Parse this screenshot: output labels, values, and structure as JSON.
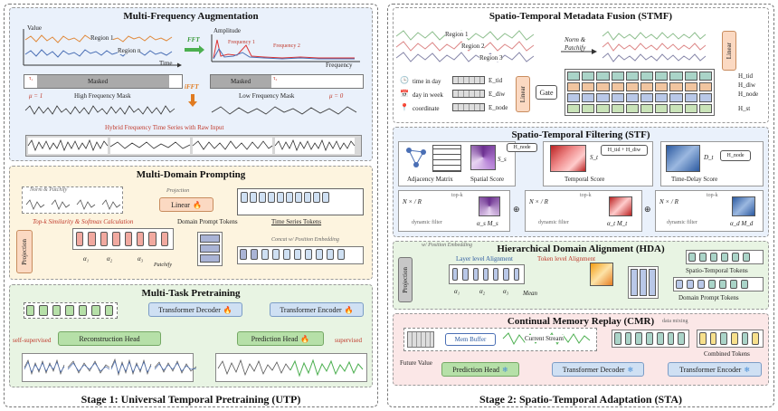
{
  "stage1": {
    "label": "Stage 1: Universal Temporal Pretraining (UTP)",
    "mfa": {
      "title": "Multi-Frequency Augmentation",
      "value": "Value",
      "region1": "Region 1",
      "regionn": "Region n",
      "time": "Time",
      "fft": "FFT",
      "amplitude": "Amplitude",
      "freq1": "Frequency 1",
      "freq2": "Frequency 2",
      "frequency": "Frequency",
      "masked": "Masked",
      "ifft": "iFFT",
      "tau1": "τ₁",
      "tau2": "τ₂",
      "mu1": "μ = 1",
      "mu0": "μ = 0",
      "high_mask": "High Frequency Mask",
      "low_mask": "Low Frequency Mask",
      "hybrid": "Hybrid Frequency Time Series with Raw Input"
    },
    "mdp": {
      "title": "Multi-Domain Prompting",
      "norm_patchify": "Norm & Patchify",
      "projection_top": "Projection",
      "linear": "Linear",
      "topk": "Top-k Similarity & Softmax Calculation",
      "domain_prompt_tokens": "Domain Prompt Tokens",
      "time_series_tokens": "Time Series Tokens",
      "concat": "Concat w/ Position Embedding",
      "projection_side": "Projection",
      "alpha1": "α₁",
      "alpha2": "α₂",
      "alpha3": "α₃",
      "patchify": "Patchify"
    },
    "mtp": {
      "title": "Multi-Task Pretraining",
      "decoder": "Transformer Decoder",
      "encoder": "Transformer Encoder",
      "self_supervised": "self-supervised",
      "supervised": "supervised",
      "recon_head": "Reconstruction Head",
      "pred_head": "Prediction Head"
    }
  },
  "stage2": {
    "label": "Stage 2: Spatio-Temporal Adaptation (STA)",
    "stmf": {
      "title": "Spatio-Temporal Metadata Fusion (STMF)",
      "region1": "Region 1",
      "region2": "Region 2",
      "region3": "Region 3",
      "norm_patchify": "Norm & Patchify",
      "time_in_day": "time in day",
      "day_in_week": "day in week",
      "coordinate": "coordinate",
      "e_tid": "E_tid",
      "e_diw": "E_diw",
      "e_node": "E_node",
      "linear": "Linear",
      "gate": "Gate",
      "linear_right": "Linear",
      "h_tid": "H_tid",
      "h_diw": "H_diw",
      "h_node": "H_node",
      "h_st": "H_st"
    },
    "stf": {
      "title": "Spatio-Temporal Filtering (STF)",
      "adjacency": "Adjacency Matrix",
      "spatial_score": "Spatial Score",
      "temporal_score": "Temporal Score",
      "time_delay_score": "Time-Delay Score",
      "s_s": "S_s",
      "s_t": "S_t",
      "d_t": "D_t",
      "h_node_box": "H_node",
      "h_tid_diw": "H_tid + H_diw",
      "h_node_box2": "H_node",
      "dynamic_filter": "dynamic filter",
      "topk": "top-k",
      "as_ms": "α_s M_s",
      "at_mt": "α_t M_t",
      "ad_md": "α_d M_d",
      "frac": "N × / R"
    },
    "hda": {
      "title": "Hierarchical Domain Alignment (HDA)",
      "pos_emb": "w/ Position Embedding",
      "projection": "Projection",
      "layer_align": "Layer level Alignment",
      "token_align": "Token level Alignment",
      "mean": "Mean",
      "alpha1": "α₁",
      "alpha2": "α₂",
      "alpha3": "α₃",
      "st_tokens": "Spatio-Temporal Tokens",
      "dp_tokens": "Domain Prompt Tokens"
    },
    "cmr": {
      "title": "Continual Memory Replay (CMR)",
      "mem_buffer": "Mem Buffer",
      "current_stream": "Current Stream",
      "data_mixing": "data mixing",
      "combined": "Combined Tokens",
      "future_value": "Future Value",
      "pred_head": "Prediction Head",
      "decoder": "Transformer Decoder",
      "encoder": "Transformer Encoder"
    }
  },
  "colors": {
    "mfa_bg": "#eaf1fb",
    "mdp_bg": "#fdf4df",
    "mtp_bg": "#e8f4e3",
    "stmf_bg": "#ffffff",
    "stf_bg": "#eaf1fb",
    "hda_bg": "#e8f4e3",
    "cmr_bg": "#fbe7e7",
    "accent_red": "#c0392b",
    "accent_green": "#4caf50"
  },
  "icons": [
    "fire-icon",
    "snowflake-icon",
    "clock-icon",
    "calendar-icon",
    "location-icon",
    "gear-icon"
  ]
}
